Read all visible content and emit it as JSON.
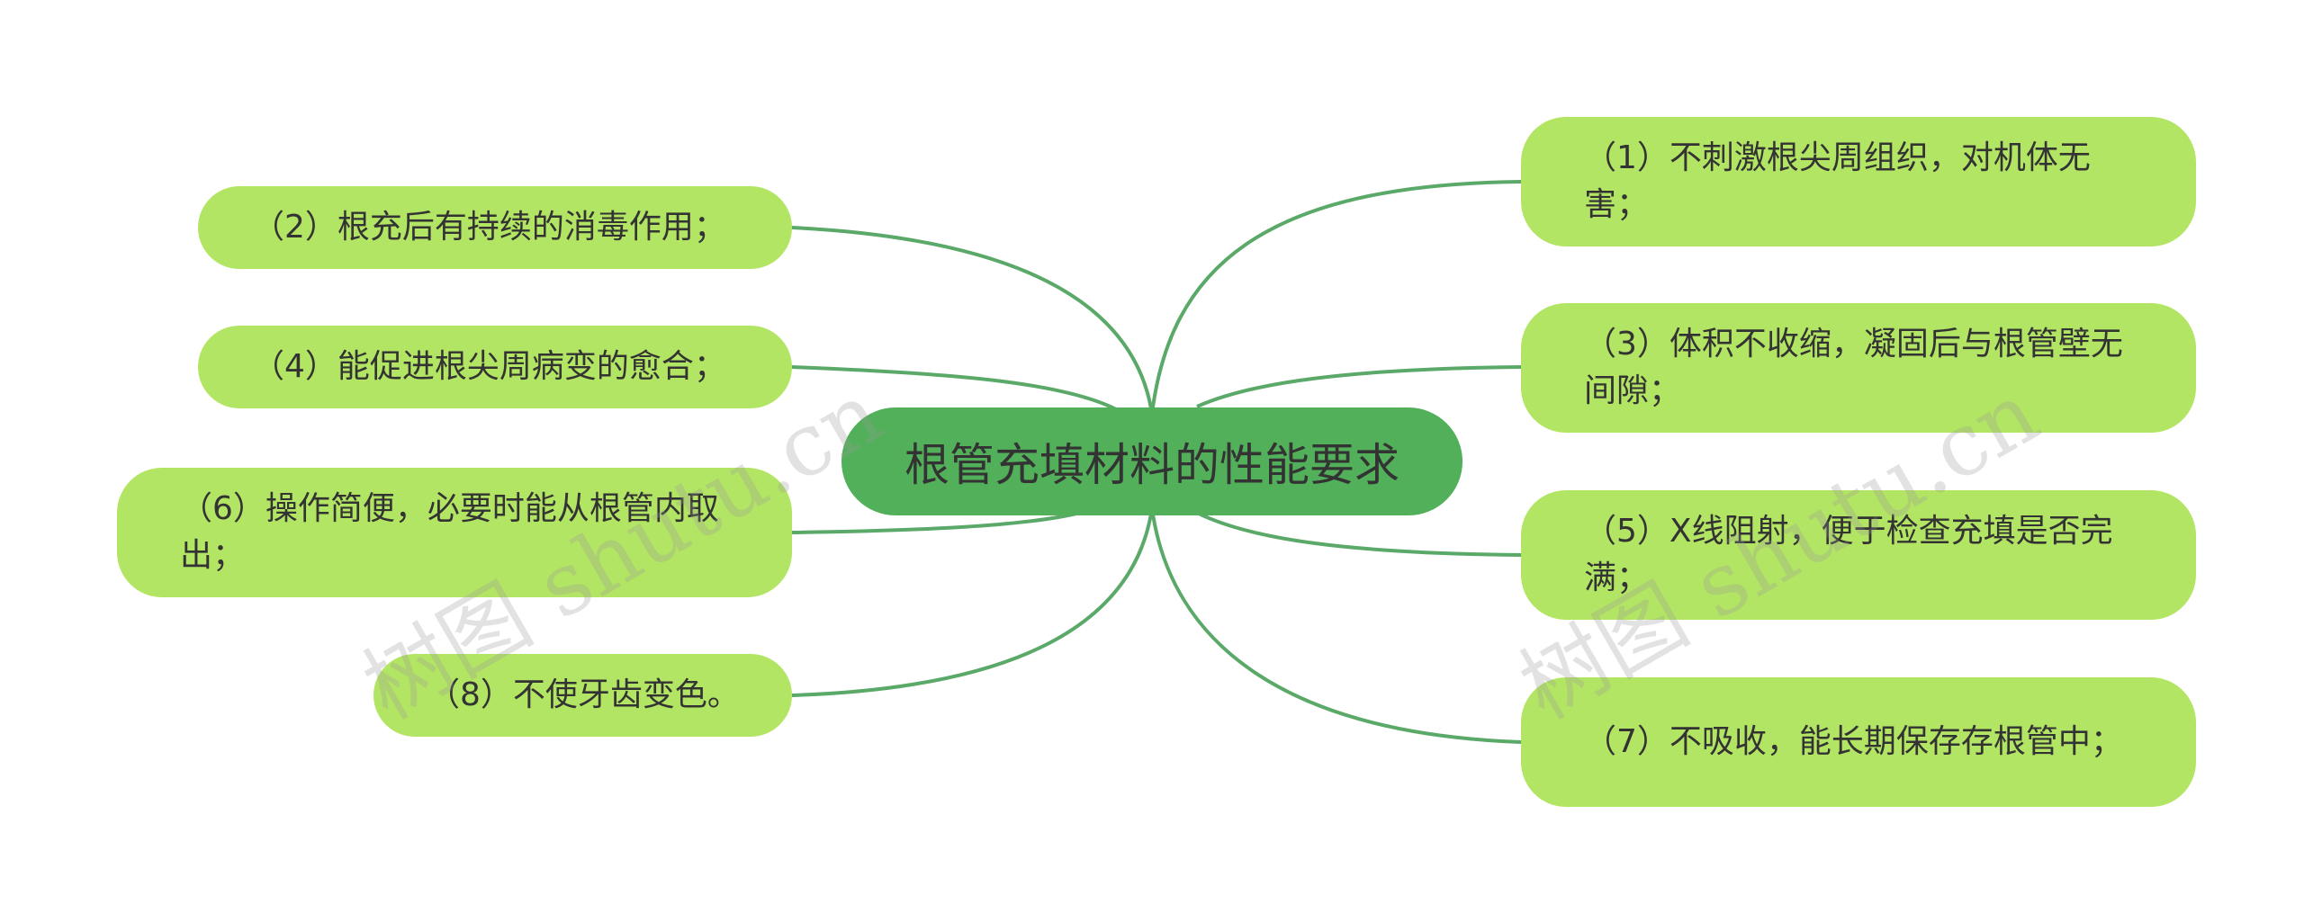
{
  "root": {
    "label": "根管充填材料的性能要求"
  },
  "left_nodes": [
    {
      "id": "n2",
      "label": "（2）根充后有持续的消毒作用；"
    },
    {
      "id": "n4",
      "label": "（4）能促进根尖周病变的愈合；"
    },
    {
      "id": "n6",
      "label": "（6）操作简便，必要时能从根管内取出；"
    },
    {
      "id": "n8",
      "label": "（8）不使牙齿变色。"
    }
  ],
  "right_nodes": [
    {
      "id": "n1",
      "label": "（1）不刺激根尖周组织，对机体无害；"
    },
    {
      "id": "n3",
      "label": "（3）体积不收缩，凝固后与根管壁无间隙；"
    },
    {
      "id": "n5",
      "label": "（5）X线阻射，便于检查充填是否完满；"
    },
    {
      "id": "n7",
      "label": "（7）不吸收，能长期保存存根管中；"
    }
  ],
  "watermark": {
    "text": "树图 shutu.cn"
  },
  "colors": {
    "root_fill": "#52b05a",
    "node_fill": "#b3e564",
    "link": "#5aa968",
    "text": "#333333"
  }
}
